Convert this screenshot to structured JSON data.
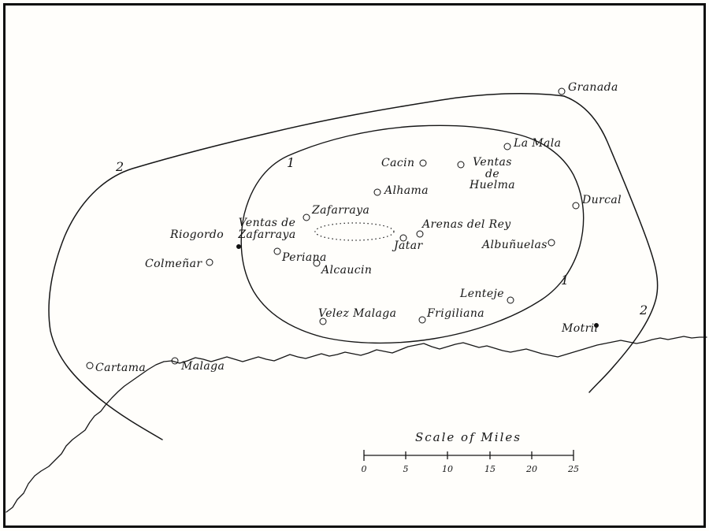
{
  "map": {
    "contour_labels": [
      "2",
      "1",
      "1",
      "2"
    ],
    "towns": [
      {
        "name": "Granada"
      },
      {
        "name": "La Mala"
      },
      {
        "name": "Cacin"
      },
      {
        "name": "Ventas de Huelma"
      },
      {
        "name": "Alhama"
      },
      {
        "name": "Durcal"
      },
      {
        "name": "Zafarraya"
      },
      {
        "name": "Ventas de Zafarraya"
      },
      {
        "name": "Riogordo"
      },
      {
        "name": "Arenas del Rey"
      },
      {
        "name": "Jatar"
      },
      {
        "name": "Albuñuelas"
      },
      {
        "name": "Colmeñar"
      },
      {
        "name": "Periana"
      },
      {
        "name": "Alcaucin"
      },
      {
        "name": "Lenteje"
      },
      {
        "name": "Velez Malaga"
      },
      {
        "name": "Frigiliana"
      },
      {
        "name": "Motril"
      },
      {
        "name": "Malaga"
      },
      {
        "name": "Cartama"
      }
    ],
    "scale": {
      "title": "Scale of Miles",
      "ticks": [
        "0",
        "5",
        "10",
        "15",
        "20",
        "25"
      ]
    }
  }
}
